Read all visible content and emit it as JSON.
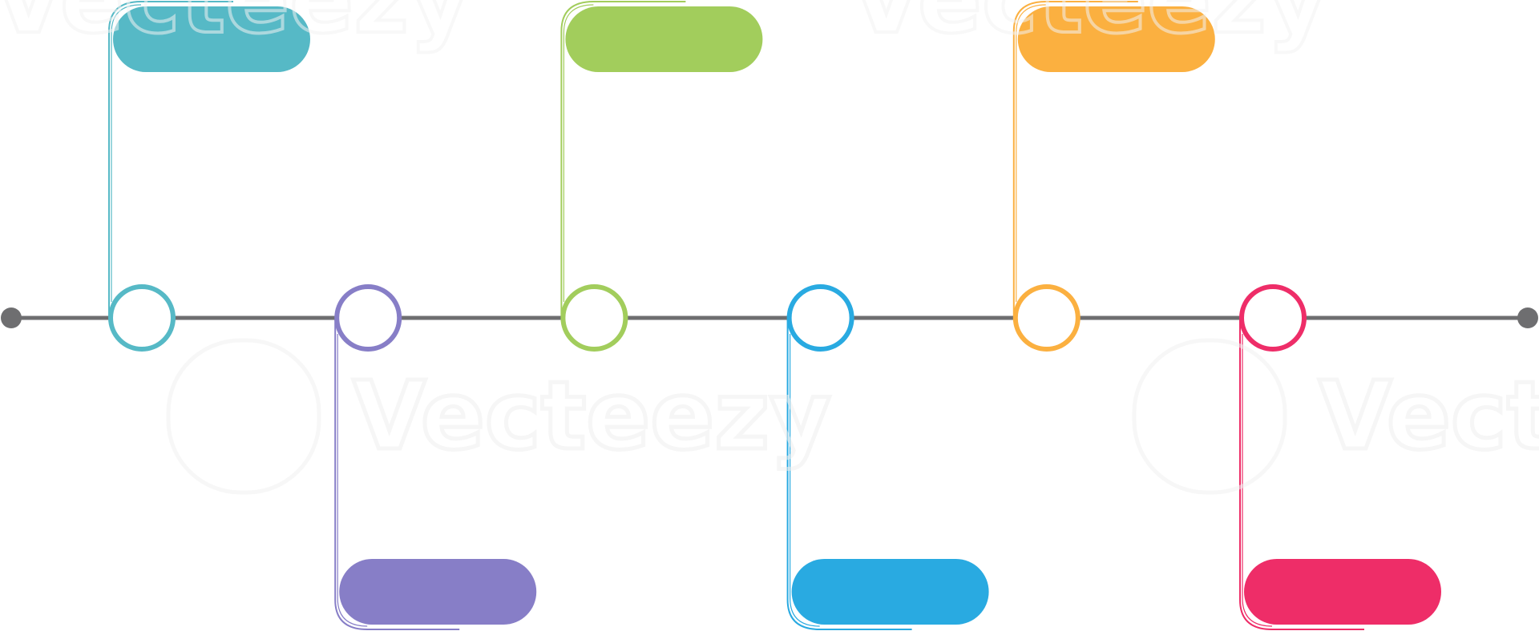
{
  "diagram": {
    "type": "timeline",
    "line_color": "#6e6e70",
    "endpoint_color": "#6e6e70",
    "steps": [
      {
        "id": "step-1",
        "color": "#56b9c6",
        "label_position": "top"
      },
      {
        "id": "step-2",
        "color": "#877ec7",
        "label_position": "bottom"
      },
      {
        "id": "step-3",
        "color": "#a2cd5c",
        "label_position": "top"
      },
      {
        "id": "step-4",
        "color": "#29aae1",
        "label_position": "bottom"
      },
      {
        "id": "step-5",
        "color": "#fbb040",
        "label_position": "top"
      },
      {
        "id": "step-6",
        "color": "#ee2d68",
        "label_position": "bottom"
      }
    ]
  },
  "watermark": {
    "text": "Vecteezy",
    "logo_icon": "vecteezy-logo-icon"
  }
}
